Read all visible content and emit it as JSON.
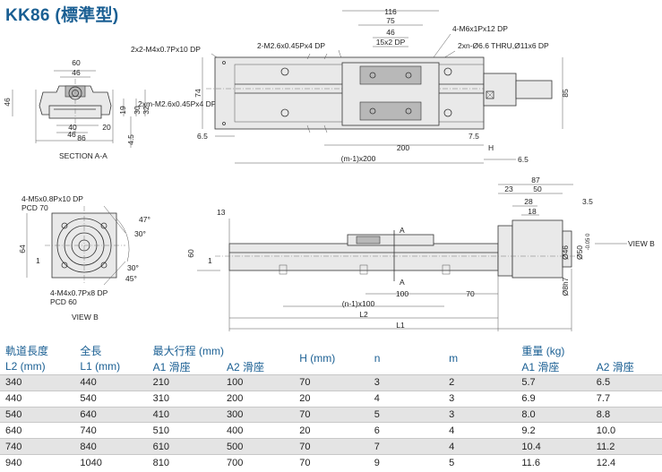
{
  "title": "KK86 (標準型)",
  "views": {
    "section_label": "SECTION A-A",
    "view_b_label": "VIEW B",
    "view_b_side_label": "VIEW B"
  },
  "callouts": {
    "xm": "2xm-M2.6x0.45Px4 DP",
    "m4": "2x2-M4x0.7Px10 DP",
    "m26": "2-M2.6x0.45Px4 DP",
    "m6": "4-M6x1Px12 DP",
    "thru": "2xn-Ø6.6 THRU,Ø11x6 DP",
    "m5": "4-M5x0.8Px10 DP",
    "pcd70": "PCD 70",
    "m4b": "4-M4x0.7Px8 DP",
    "pcd60": "PCD 60"
  },
  "dims": {
    "d60": "60",
    "d46a": "46",
    "d40": "40",
    "d46v": "46",
    "d20": "20",
    "d46b": "46",
    "d86": "86",
    "d19": "19",
    "d30": "30",
    "d32": "32",
    "d45": "4.5",
    "d116": "116",
    "d75": "75",
    "d46c": "46",
    "d15": "15x2 DP",
    "d74": "74",
    "d85": "85",
    "d65a": "6.5",
    "d200": "200",
    "d75b": "7.5",
    "dH": "H",
    "dm200": "(m-1)x200",
    "d65b": "6.5",
    "d87": "87",
    "d23": "23",
    "d50": "50",
    "d28": "28",
    "d18": "18",
    "d35": "3.5",
    "d13": "13",
    "d60v": "60",
    "d1": "1",
    "d64": "64",
    "d1b": "1",
    "dA": "A",
    "dA2": "A",
    "d100": "100",
    "d70": "70",
    "dn100": "(n-1)x100",
    "dL2": "L2",
    "dL1": "L1",
    "d46d": "Ø46",
    "d50d": "Ø50",
    "d50tol": "-0.05 0",
    "d8h7": "Ø8h7",
    "a47": "47°",
    "a30": "30°",
    "a30b": "30°",
    "a45": "45°"
  },
  "table": {
    "headers": {
      "rail": "軌道長度",
      "rail_unit": "L2 (mm)",
      "total": "全長",
      "total_unit": "L1 (mm)",
      "stroke": "最大行程 (mm)",
      "a1": "A1 滑座",
      "a2": "A2 滑座",
      "h": "H (mm)",
      "n": "n",
      "m": "m",
      "weight": "重量 (kg)",
      "wa1": "A1 滑座",
      "wa2": "A2 滑座"
    },
    "rows": [
      {
        "l2": "340",
        "l1": "440",
        "s1": "210",
        "s2": "100",
        "h": "70",
        "n": "3",
        "m": "2",
        "w1": "5.7",
        "w2": "6.5"
      },
      {
        "l2": "440",
        "l1": "540",
        "s1": "310",
        "s2": "200",
        "h": "20",
        "n": "4",
        "m": "3",
        "w1": "6.9",
        "w2": "7.7"
      },
      {
        "l2": "540",
        "l1": "640",
        "s1": "410",
        "s2": "300",
        "h": "70",
        "n": "5",
        "m": "3",
        "w1": "8.0",
        "w2": "8.8"
      },
      {
        "l2": "640",
        "l1": "740",
        "s1": "510",
        "s2": "400",
        "h": "20",
        "n": "6",
        "m": "4",
        "w1": "9.2",
        "w2": "10.0"
      },
      {
        "l2": "740",
        "l1": "840",
        "s1": "610",
        "s2": "500",
        "h": "70",
        "n": "7",
        "m": "4",
        "w1": "10.4",
        "w2": "11.2"
      },
      {
        "l2": "940",
        "l1": "1040",
        "s1": "810",
        "s2": "700",
        "h": "70",
        "n": "9",
        "m": "5",
        "w1": "11.6",
        "w2": "12.4"
      }
    ]
  }
}
